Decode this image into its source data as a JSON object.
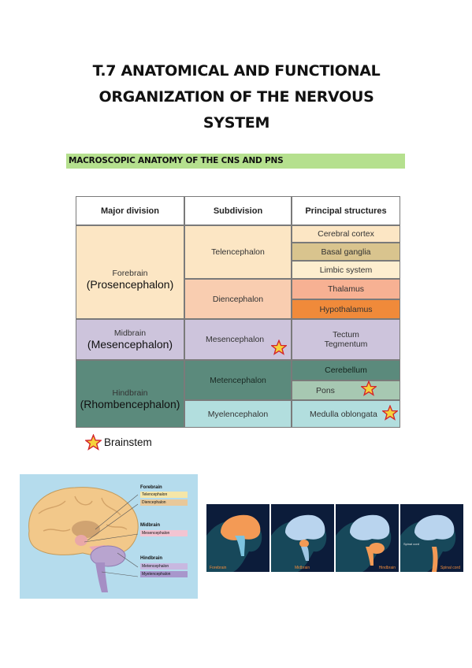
{
  "title_lines": [
    "T.7 ANATOMICAL AND FUNCTIONAL",
    "ORGANIZATION OF THE NERVOUS",
    "SYSTEM"
  ],
  "section_heading": "MACROSCOPIC ANATOMY OF THE CNS AND PNS",
  "table": {
    "headers": [
      "Major division",
      "Subdivision",
      "Principal structures"
    ],
    "divisions": [
      {
        "name": "Forebrain",
        "latin": "(Prosencephalon)",
        "color": "#fce6c4"
      },
      {
        "name": "Midbrain",
        "latin": "(Mesencephalon)",
        "color": "#cdc4dc"
      },
      {
        "name": "Hindbrain",
        "latin": "(Rhombencephalon)",
        "color": "#5b8a7c"
      }
    ],
    "subdivisions": [
      "Telencephalon",
      "Diencephalon",
      "Mesencephalon",
      "Metencephalon",
      "Myelencephalon"
    ],
    "structures": [
      "Cerebral cortex",
      "Basal ganglia",
      "Limbic system",
      "Thalamus",
      "Hypothalamus",
      "Tectum",
      "Tegmentum",
      "Cerebellum",
      "Pons",
      "Medulla oblongata"
    ]
  },
  "legend": {
    "label": "Brainstem"
  },
  "brain_diagram": {
    "groups": [
      {
        "title": "Forebrain",
        "items": [
          "Telencephalon",
          "Diencephalon"
        ]
      },
      {
        "title": "Midbrain",
        "items": [
          "Mesencephalon"
        ]
      },
      {
        "title": "Hindbrain",
        "items": [
          "Metencephalon",
          "Myelencephalon"
        ]
      }
    ]
  },
  "thumbnails": [
    {
      "label": "Forebrain"
    },
    {
      "label": "Midbrain"
    },
    {
      "label": "Hindbrain"
    },
    {
      "label": "Spinal cord",
      "annotation": "Spinal cord"
    }
  ],
  "colors": {
    "section_bg": "#b5e08e",
    "highlight": "#f08a3a"
  }
}
